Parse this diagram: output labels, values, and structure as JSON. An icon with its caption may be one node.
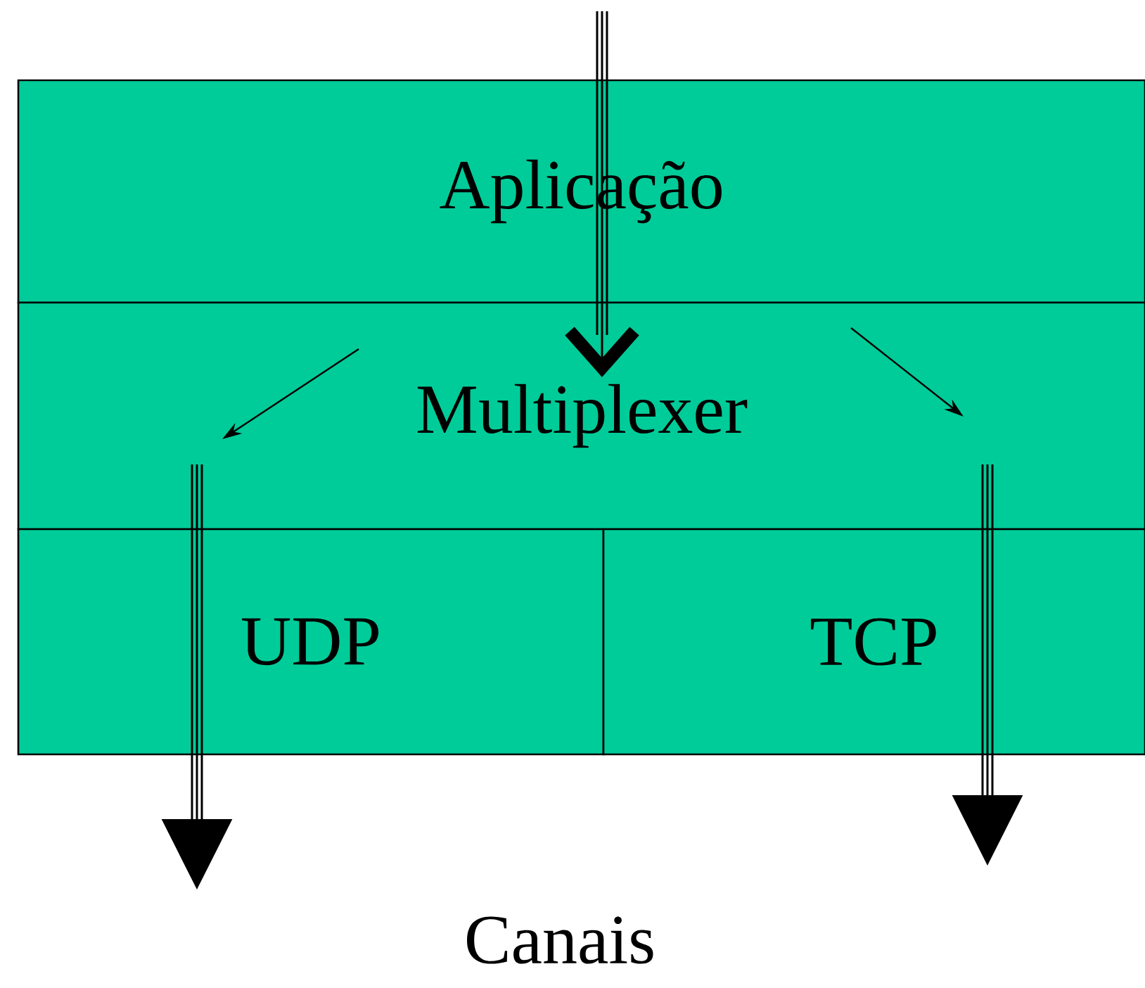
{
  "diagram": {
    "nodes": [
      {
        "text": [
          "Aplicação"
        ]
      },
      {
        "text": [
          "Multiplexer"
        ]
      },
      {
        "text": [
          "UDP"
        ]
      },
      {
        "text": [
          "TCP"
        ]
      },
      {
        "text": [
          "Canais"
        ]
      }
    ],
    "edges": [
      {
        "from": null,
        "to": 1,
        "arrow": "to"
      },
      {
        "from": 1,
        "to": null,
        "arrow": "to"
      },
      {
        "from": 1,
        "to": null,
        "arrow": "to"
      }
    ]
  }
}
